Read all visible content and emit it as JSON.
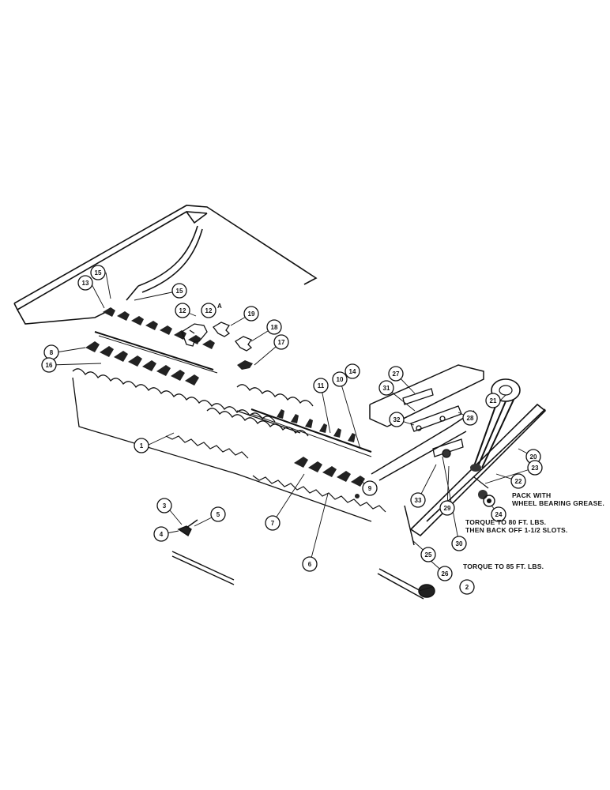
{
  "callouts": [
    {
      "id": "c1",
      "label": "1"
    },
    {
      "id": "c2",
      "label": "2"
    },
    {
      "id": "c3",
      "label": "3"
    },
    {
      "id": "c4",
      "label": "4"
    },
    {
      "id": "c5",
      "label": "5"
    },
    {
      "id": "c6",
      "label": "6"
    },
    {
      "id": "c7",
      "label": "7"
    },
    {
      "id": "c8",
      "label": "8"
    },
    {
      "id": "c9",
      "label": "9"
    },
    {
      "id": "c10",
      "label": "10"
    },
    {
      "id": "c11",
      "label": "11"
    },
    {
      "id": "c12",
      "label": "12"
    },
    {
      "id": "c12a",
      "label": "12"
    },
    {
      "id": "c13",
      "label": "13"
    },
    {
      "id": "c14",
      "label": "14"
    },
    {
      "id": "c15a",
      "label": "15"
    },
    {
      "id": "c15b",
      "label": "15"
    },
    {
      "id": "c16",
      "label": "16"
    },
    {
      "id": "c17",
      "label": "17"
    },
    {
      "id": "c18",
      "label": "18"
    },
    {
      "id": "c19",
      "label": "19"
    },
    {
      "id": "c20",
      "label": "20"
    },
    {
      "id": "c21",
      "label": "21"
    },
    {
      "id": "c22",
      "label": "22"
    },
    {
      "id": "c23",
      "label": "23"
    },
    {
      "id": "c24",
      "label": "24"
    },
    {
      "id": "c25",
      "label": "25"
    },
    {
      "id": "c26",
      "label": "26"
    },
    {
      "id": "c27",
      "label": "27"
    },
    {
      "id": "c28",
      "label": "28"
    },
    {
      "id": "c29",
      "label": "29"
    },
    {
      "id": "c30",
      "label": "30"
    },
    {
      "id": "c31",
      "label": "31"
    },
    {
      "id": "c32",
      "label": "32"
    },
    {
      "id": "c33",
      "label": "33"
    }
  ],
  "suffix_12a": "A",
  "notes": {
    "grease": "PACK WITH\nWHEEL BEARING GREASE.",
    "torque_80": "TORQUE TO 80 FT. LBS.\nTHEN BACK OFF 1-1/2 SLOTS.",
    "torque_85": "TORQUE TO 85 FT. LBS."
  }
}
